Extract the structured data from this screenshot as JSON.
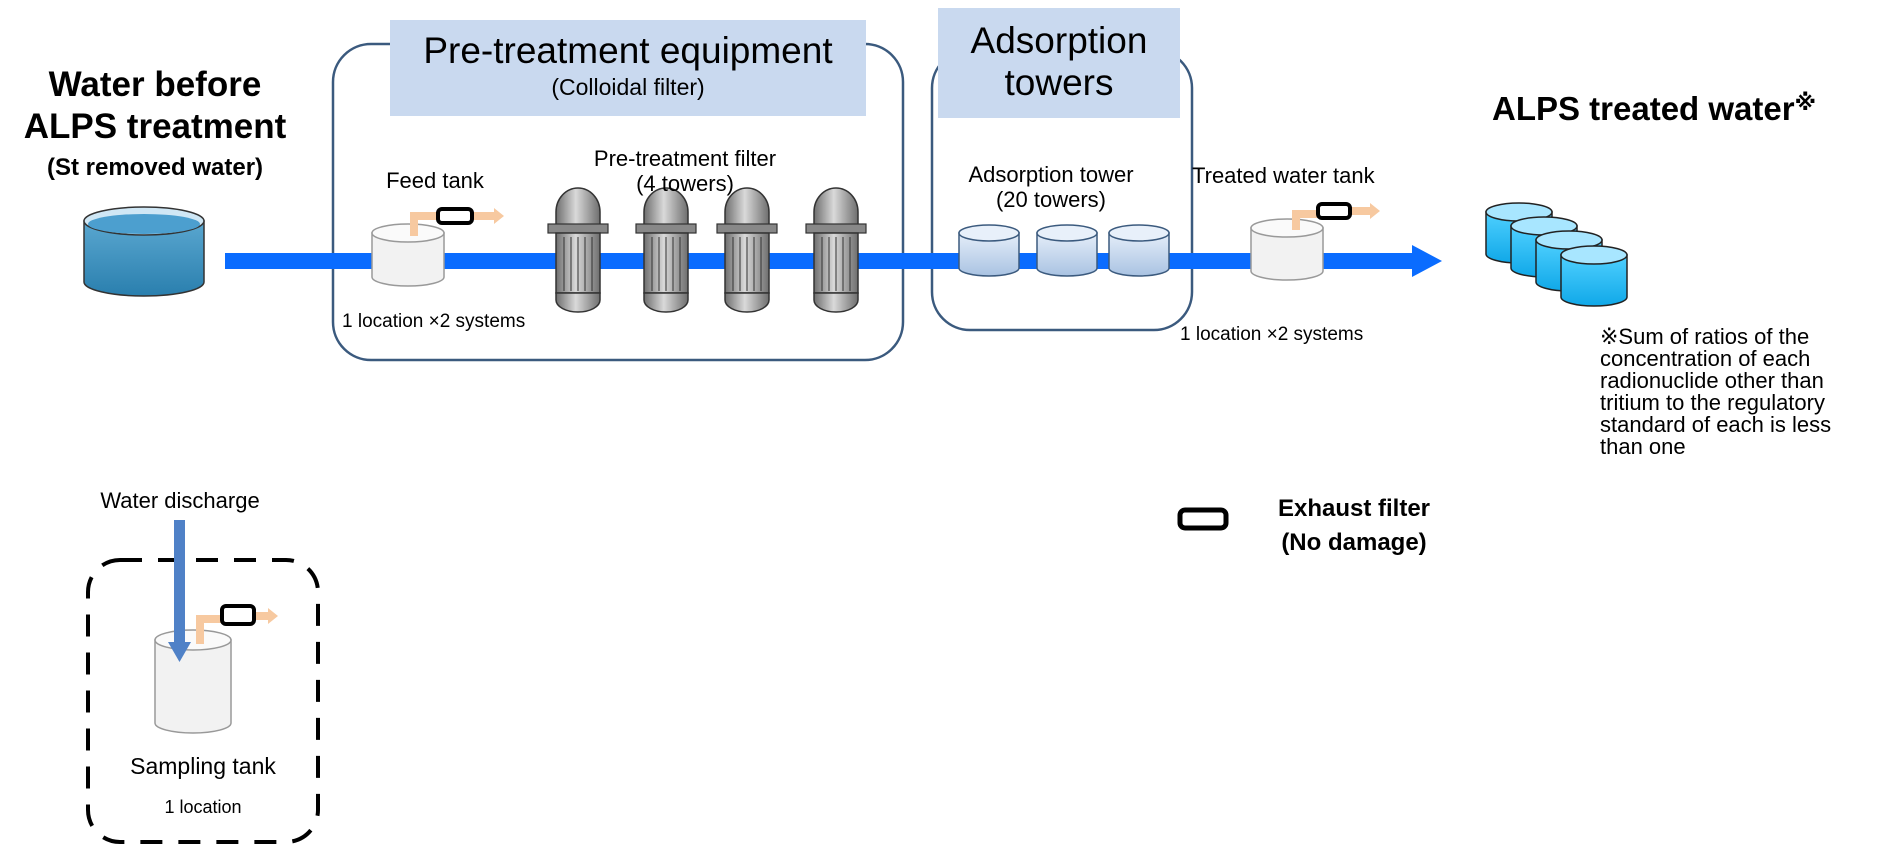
{
  "source": {
    "title_line1": "Water before",
    "title_line2": "ALPS treatment",
    "subtitle": "(St removed water)"
  },
  "pretreatment": {
    "header": "Pre-treatment equipment",
    "subheader": "(Colloidal filter)",
    "feed_tank": "Feed tank",
    "filter_label_line1": "Pre-treatment filter",
    "filter_label_line2": "(4 towers)",
    "location_note": "1 location ×2 systems"
  },
  "adsorption": {
    "header_line1": "Adsorption",
    "header_line2": "towers",
    "tower_label_line1": "Adsorption tower",
    "tower_label_line2": "(20 towers)"
  },
  "treated_tank": {
    "label": "Treated water tank",
    "location_note": "1 location ×2 systems"
  },
  "output": {
    "title": "ALPS treated water",
    "mark": "※",
    "note_lines": [
      "※Sum of ratios of the",
      "concentration of each",
      "radionuclide other than",
      "tritium to the regulatory",
      "standard of each is less",
      "than one"
    ]
  },
  "sampling": {
    "water_discharge": "Water discharge",
    "tank_label": "Sampling tank",
    "location_note": "1 location"
  },
  "legend": {
    "line1": "Exhaust filter",
    "line2": "(No damage)"
  },
  "colors": {
    "flow_arrow": "#0a6cff",
    "header_fill": "#c9d9ef",
    "group_border": "#3b5a7e",
    "vent_pipe": "#f7c9a0",
    "discharge_arrow": "#4f81c7",
    "water_blue": "#29b6f0"
  }
}
